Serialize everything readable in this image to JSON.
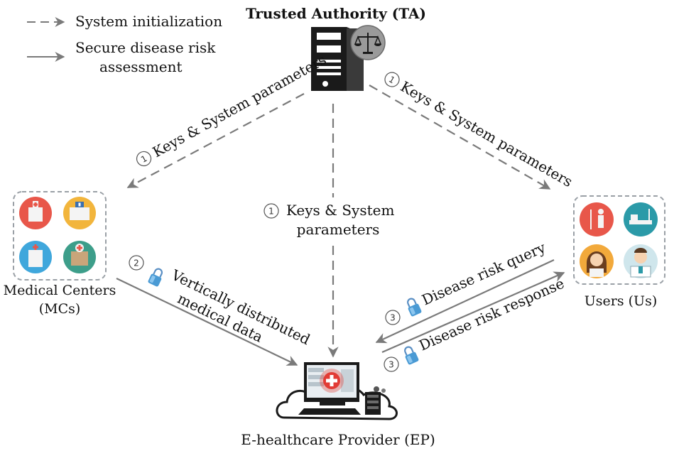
{
  "legend": {
    "dashed_label": "System initialization",
    "solid_label_line1": "Secure disease risk",
    "solid_label_line2": "assessment"
  },
  "nodes": {
    "ta_title": "Trusted Authority (TA)",
    "mc_title_line1": "Medical Centers",
    "mc_title_line2": "(MCs)",
    "users_title": "Users (Us)",
    "ep_title": "E-healthcare Provider (EP)"
  },
  "edges": {
    "ta_mc_label": "Keys & System parameters",
    "ta_users_label": "Keys & System parameters",
    "ta_ep_label_line1": "Keys & System",
    "ta_ep_label_line2": "parameters",
    "mc_ep_label_line1": "Vertically distributed",
    "mc_ep_label_line2": "medical data",
    "query_label": "Disease risk query",
    "response_label": "Disease risk response"
  },
  "steps": {
    "one": "1",
    "two": "2",
    "three": "3"
  },
  "colors": {
    "arrow": "#7a7a7a",
    "box_border": "#9aa0a6",
    "lock": "#4a9ad4",
    "hospital_red": "#e8574a",
    "hospital_yellow": "#f2b53c",
    "hospital_blue": "#3fa7dc",
    "hospital_green": "#3d9e8a",
    "server": "#1a1a1a"
  }
}
